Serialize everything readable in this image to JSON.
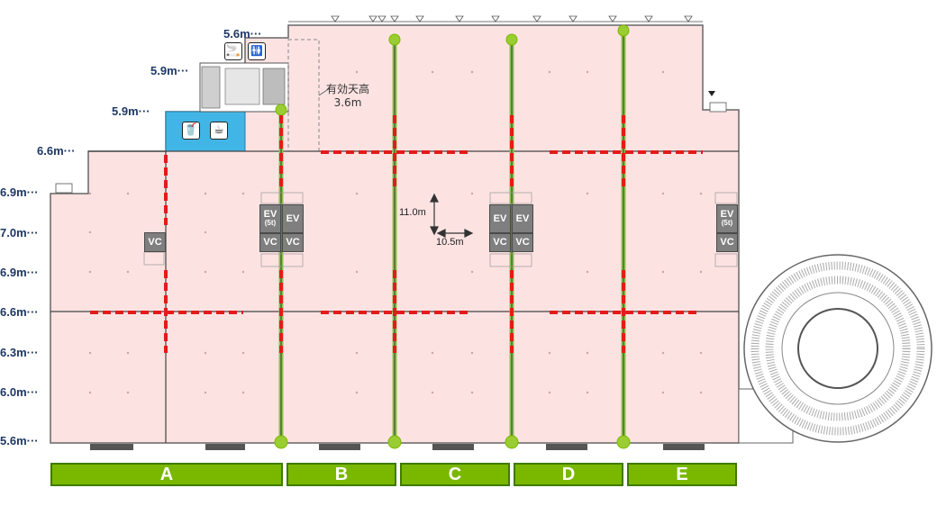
{
  "height_labels": [
    {
      "text": "5.6m···",
      "id": "height-label-1"
    },
    {
      "text": "5.9m···",
      "id": "height-label-2"
    },
    {
      "text": "5.9m···",
      "id": "height-label-3"
    },
    {
      "text": "6.6m···",
      "id": "height-label-4"
    },
    {
      "text": "6.9m···",
      "id": "height-label-5"
    },
    {
      "text": "7.0m···",
      "id": "height-label-6"
    },
    {
      "text": "6.9m···",
      "id": "height-label-7"
    },
    {
      "text": "6.6m···",
      "id": "height-label-8"
    },
    {
      "text": "6.3m···",
      "id": "height-label-9"
    },
    {
      "text": "6.0m···",
      "id": "height-label-10"
    },
    {
      "text": "5.6m···",
      "id": "height-label-11"
    }
  ],
  "sections": [
    "A",
    "B",
    "C",
    "D",
    "E"
  ],
  "ceiling_note": {
    "line1": "有効天高",
    "line2": "3.6m"
  },
  "dimensions": {
    "vertical": "11.0m",
    "horizontal": "10.5m"
  },
  "elevators": {
    "ev": "EV",
    "ev_5t": "(5t)",
    "vc": "VC"
  },
  "icons": [
    "smoking-icon",
    "restroom-icon",
    "vending-machine-icon",
    "coffee-icon"
  ],
  "colors": {
    "floor": "#fde2e2",
    "lounge": "#41b6e6",
    "column_line": "#8bc34a",
    "partition": "#e31b1b",
    "section_bar": "#7ab800",
    "label": "#1f3864"
  }
}
